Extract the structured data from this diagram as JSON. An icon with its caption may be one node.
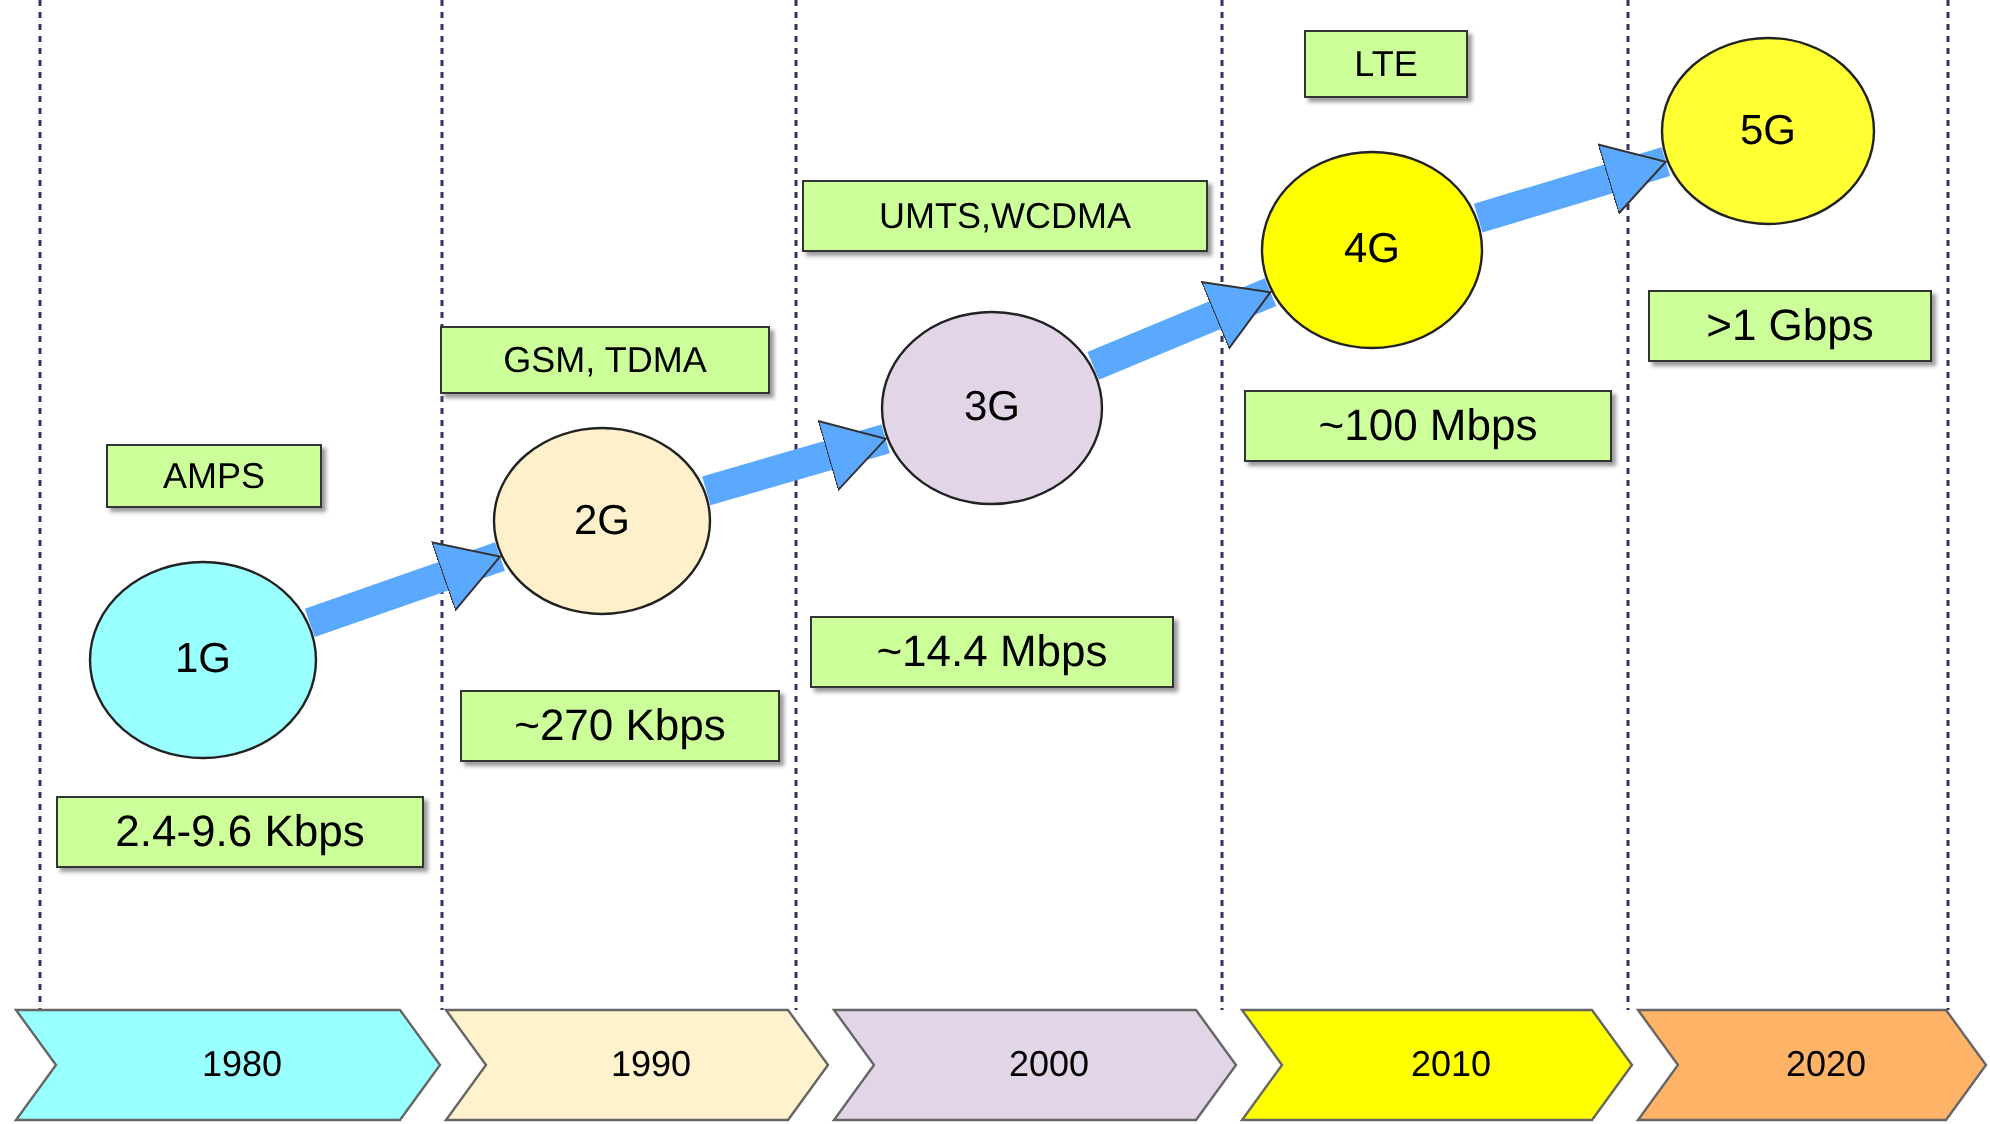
{
  "diagram": {
    "nodes": [
      {
        "text": [
          "1G"
        ]
      },
      {
        "text": [
          "2G"
        ]
      },
      {
        "text": [
          "3G"
        ]
      },
      {
        "text": [
          "4G"
        ]
      },
      {
        "text": [
          "5G"
        ]
      },
      {
        "text": [
          "AMPS"
        ]
      },
      {
        "text": [
          "2.4-9.6 Kbps"
        ]
      },
      {
        "text": [
          "GSM, TDMA"
        ]
      },
      {
        "text": [
          "~270 Kbps"
        ]
      },
      {
        "text": [
          "UMTS,WCDMA"
        ]
      },
      {
        "text": [
          "~14.4 Mbps"
        ]
      },
      {
        "text": [
          "LTE"
        ]
      },
      {
        "text": [
          "~100 Mbps"
        ]
      },
      {
        "text": [
          ">1 Gbps"
        ]
      },
      {
        "text": [
          "1980"
        ]
      },
      {
        "text": [
          "1990"
        ]
      },
      {
        "text": [
          "2000"
        ]
      },
      {
        "text": [
          "2010"
        ]
      },
      {
        "text": [
          "2020"
        ]
      }
    ],
    "edges": [
      {
        "from": 0,
        "to": 1,
        "arrow": "to"
      },
      {
        "from": 1,
        "to": 2,
        "arrow": "to"
      },
      {
        "from": 2,
        "to": 3,
        "arrow": "to"
      },
      {
        "from": 3,
        "to": 4,
        "arrow": "to"
      }
    ]
  }
}
